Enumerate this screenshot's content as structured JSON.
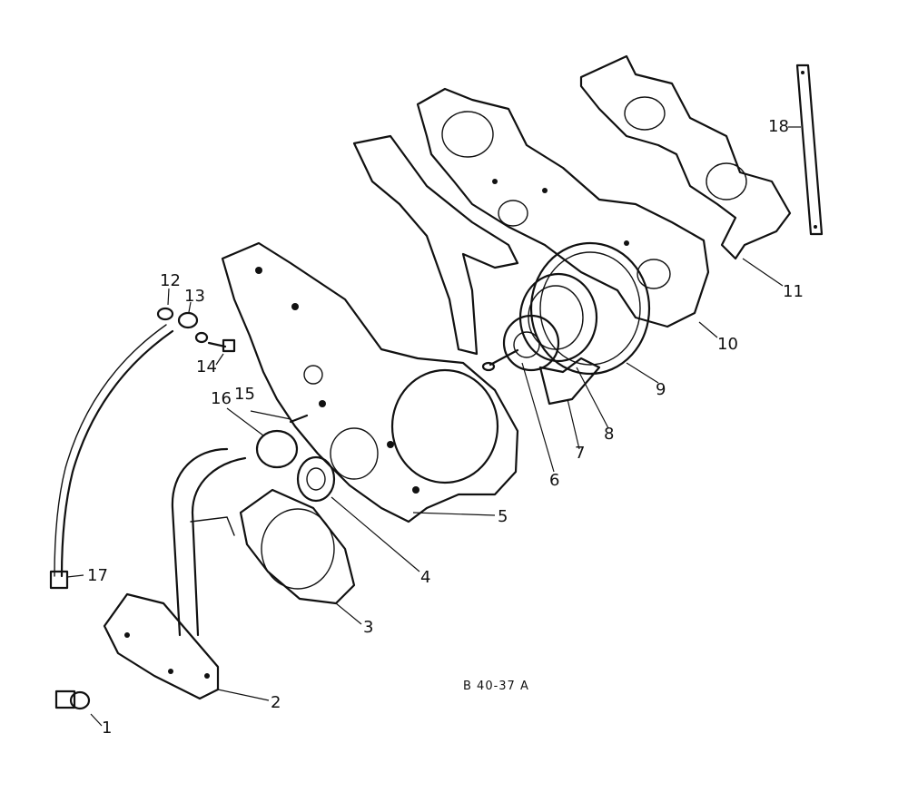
{
  "diagram": {
    "drawing_code": "B 40-37 A",
    "callouts": [
      "1",
      "2",
      "3",
      "4",
      "5",
      "6",
      "7",
      "8",
      "9",
      "10",
      "11",
      "12",
      "13",
      "14",
      "15",
      "16",
      "17",
      "18"
    ]
  }
}
